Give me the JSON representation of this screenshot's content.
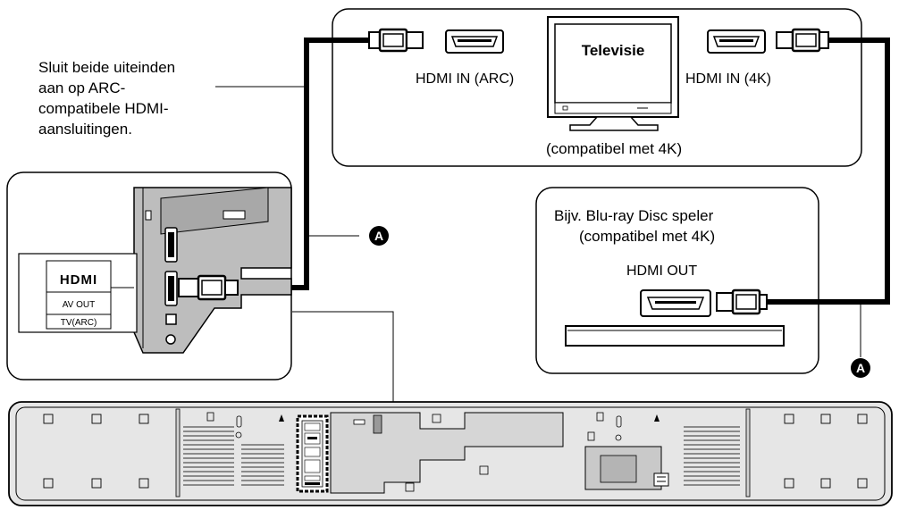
{
  "instruction": {
    "line1": "Sluit beide uiteinden",
    "line2": "aan op ARC-",
    "line3": "compatibele HDMI-",
    "line4": "aansluitingen."
  },
  "tv": {
    "title": "Televisie",
    "port_left": "HDMI IN (ARC)",
    "port_right": "HDMI IN (4K)",
    "caption": "(compatibel met 4K)"
  },
  "bluray": {
    "line1": "Bijv. Blu-ray Disc speler",
    "line2": "(compatibel met 4K)",
    "port": "HDMI OUT"
  },
  "zoom_panel": {
    "logo": "HDMI",
    "label_av_out": "AV OUT",
    "label_tv_arc": "TV(ARC)"
  },
  "callout": {
    "letter": "A"
  },
  "colors": {
    "line": "#000000",
    "soundbar_body": "#e6e6e6",
    "panel_wall": "#bdbdbd"
  }
}
